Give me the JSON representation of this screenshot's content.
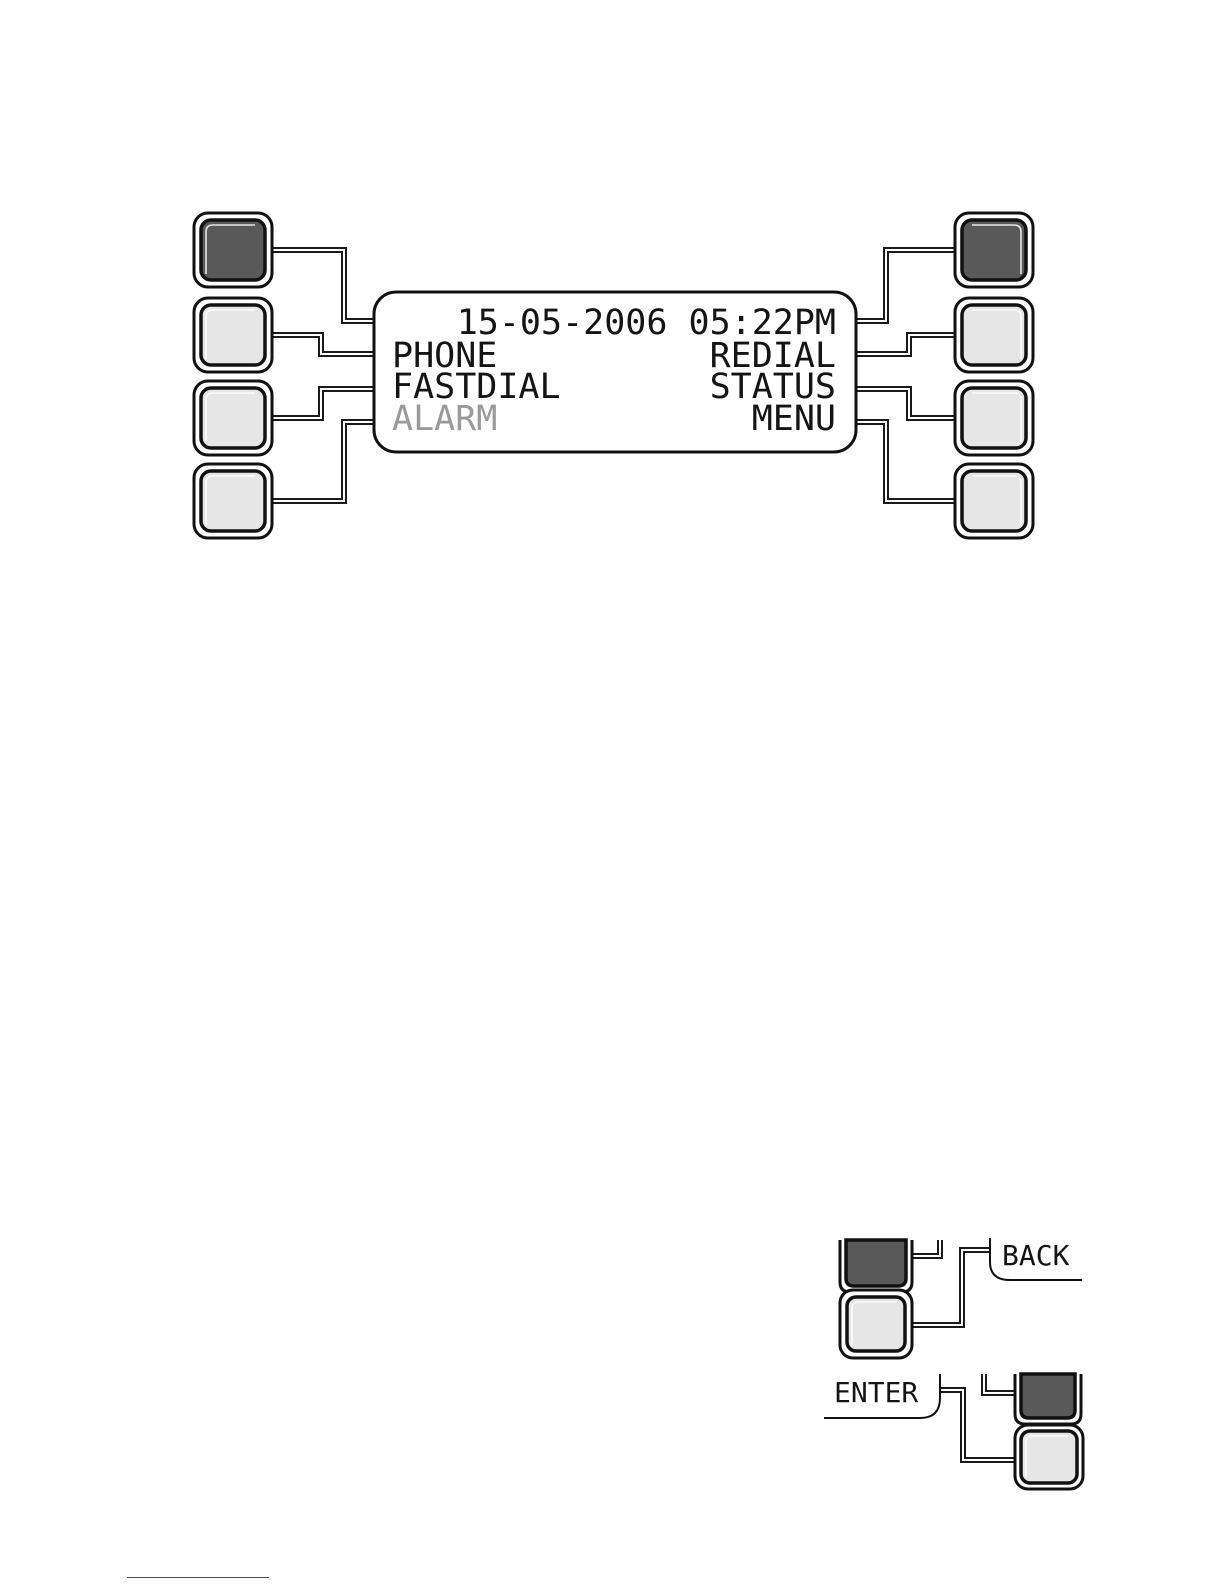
{
  "lcd": {
    "datetime": "15-05-2006 05:22PM",
    "left_items": [
      "PHONE",
      "FASTDIAL",
      "ALARM"
    ],
    "right_items": [
      "REDIAL",
      "STATUS",
      "MENU"
    ],
    "disabled_item": "ALARM"
  },
  "labels": {
    "back": "BACK",
    "enter": "ENTER"
  },
  "colors": {
    "key_dark": "#595959",
    "key_light": "#e6e6e6",
    "disabled_text": "#9a9a9a"
  }
}
